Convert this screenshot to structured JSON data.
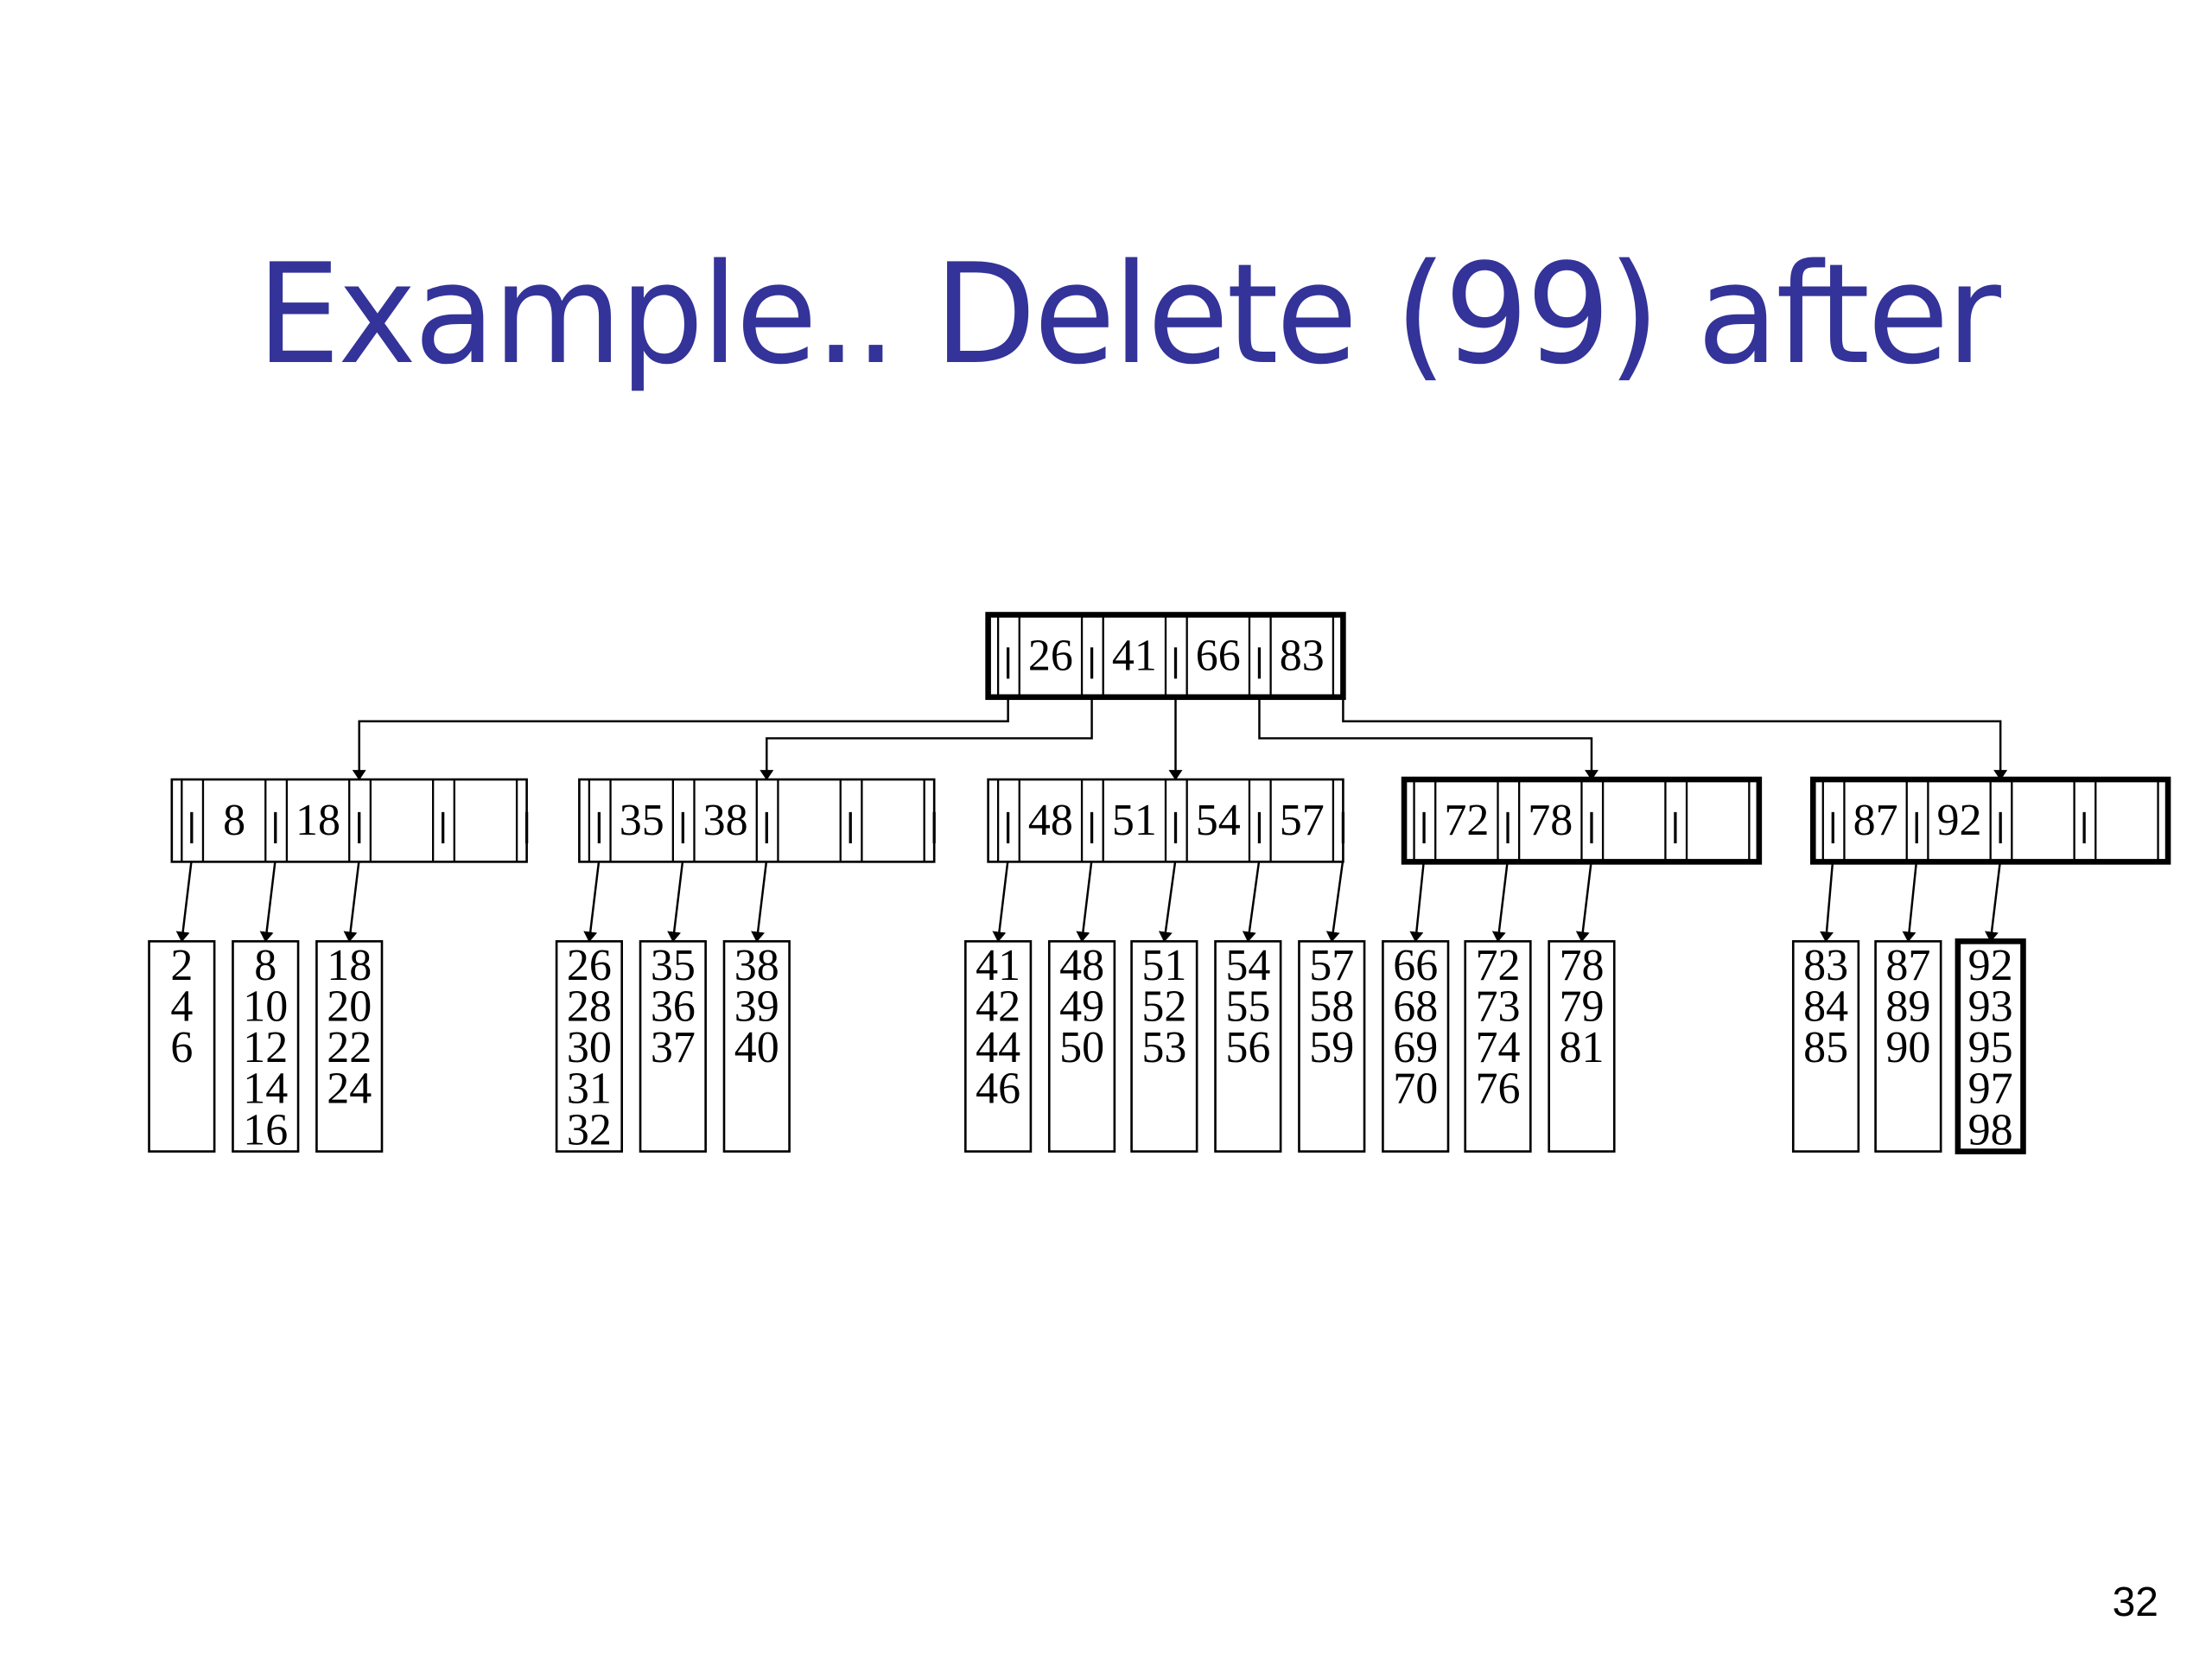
{
  "slide": {
    "title": "Example.. Delete (99) after",
    "page_number": "32",
    "title_color": "#333399"
  },
  "tree": {
    "root": {
      "keys": [
        "26",
        "41",
        "66",
        "83"
      ],
      "highlighted": true
    },
    "internal_nodes": [
      {
        "keys": [
          "8",
          "18"
        ],
        "highlighted": false
      },
      {
        "keys": [
          "35",
          "38"
        ],
        "highlighted": false
      },
      {
        "keys": [
          "48",
          "51",
          "54",
          "57"
        ],
        "highlighted": false
      },
      {
        "keys": [
          "72",
          "78"
        ],
        "highlighted": true
      },
      {
        "keys": [
          "87",
          "92"
        ],
        "highlighted": true
      }
    ],
    "leaves": [
      {
        "parent": 0,
        "keys": [
          "2",
          "4",
          "6"
        ],
        "highlighted": false
      },
      {
        "parent": 0,
        "keys": [
          "8",
          "10",
          "12",
          "14",
          "16"
        ],
        "highlighted": false
      },
      {
        "parent": 0,
        "keys": [
          "18",
          "20",
          "22",
          "24"
        ],
        "highlighted": false
      },
      {
        "parent": 1,
        "keys": [
          "26",
          "28",
          "30",
          "31",
          "32"
        ],
        "highlighted": false
      },
      {
        "parent": 1,
        "keys": [
          "35",
          "36",
          "37"
        ],
        "highlighted": false
      },
      {
        "parent": 1,
        "keys": [
          "38",
          "39",
          "40"
        ],
        "highlighted": false
      },
      {
        "parent": 2,
        "keys": [
          "41",
          "42",
          "44",
          "46"
        ],
        "highlighted": false
      },
      {
        "parent": 2,
        "keys": [
          "48",
          "49",
          "50"
        ],
        "highlighted": false
      },
      {
        "parent": 2,
        "keys": [
          "51",
          "52",
          "53"
        ],
        "highlighted": false
      },
      {
        "parent": 2,
        "keys": [
          "54",
          "55",
          "56"
        ],
        "highlighted": false
      },
      {
        "parent": 2,
        "keys": [
          "57",
          "58",
          "59"
        ],
        "highlighted": false
      },
      {
        "parent": 3,
        "keys": [
          "66",
          "68",
          "69",
          "70"
        ],
        "highlighted": false
      },
      {
        "parent": 3,
        "keys": [
          "72",
          "73",
          "74",
          "76"
        ],
        "highlighted": false
      },
      {
        "parent": 3,
        "keys": [
          "78",
          "79",
          "81"
        ],
        "highlighted": false
      },
      {
        "parent": 4,
        "keys": [
          "83",
          "84",
          "85"
        ],
        "highlighted": false
      },
      {
        "parent": 4,
        "keys": [
          "87",
          "89",
          "90"
        ],
        "highlighted": false
      },
      {
        "parent": 4,
        "keys": [
          "92",
          "93",
          "95",
          "97",
          "98"
        ],
        "highlighted": true
      }
    ]
  }
}
